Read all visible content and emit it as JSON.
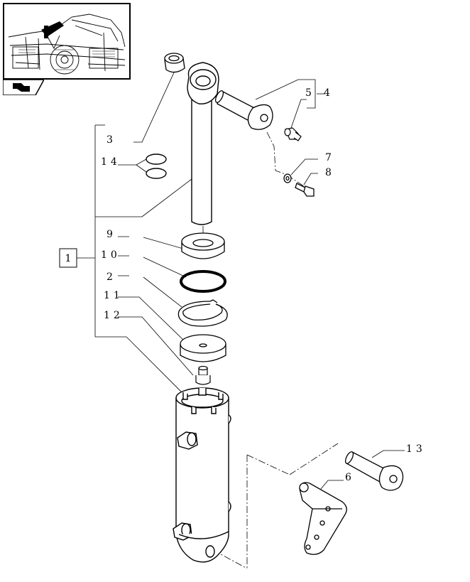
{
  "callouts": {
    "c1": "1",
    "c2": "2",
    "c3": "3",
    "c4": "4",
    "c5": "5",
    "c6": "6",
    "c7": "7",
    "c8": "8",
    "c9": "9",
    "c10": "10",
    "c11": "11",
    "c12": "12",
    "c13": "13",
    "c14": "14"
  },
  "icons": {
    "thumbnail": "tractor-location-thumbnail",
    "nav": "previous-page-arrow-icon"
  }
}
